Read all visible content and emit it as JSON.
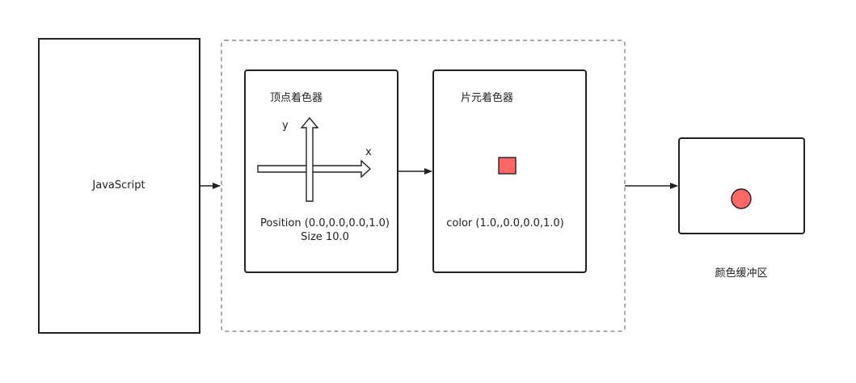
{
  "javascript_box": {
    "label": "JavaScript"
  },
  "vertex_shader": {
    "title": "顶点着色器",
    "axis_y": "y",
    "axis_x": "x",
    "position": "Position (0.0,0.0,0.0,1.0)",
    "size": "Size 10.0"
  },
  "fragment_shader": {
    "title": "片元着色器",
    "color": "color (1.0,,0.0,0.0,1.0)"
  },
  "color_buffer": {
    "label": "颜色缓冲区"
  },
  "colors": {
    "stroke": "#222222",
    "dashed_border": "#777777",
    "fill_red": "#ff6666"
  }
}
